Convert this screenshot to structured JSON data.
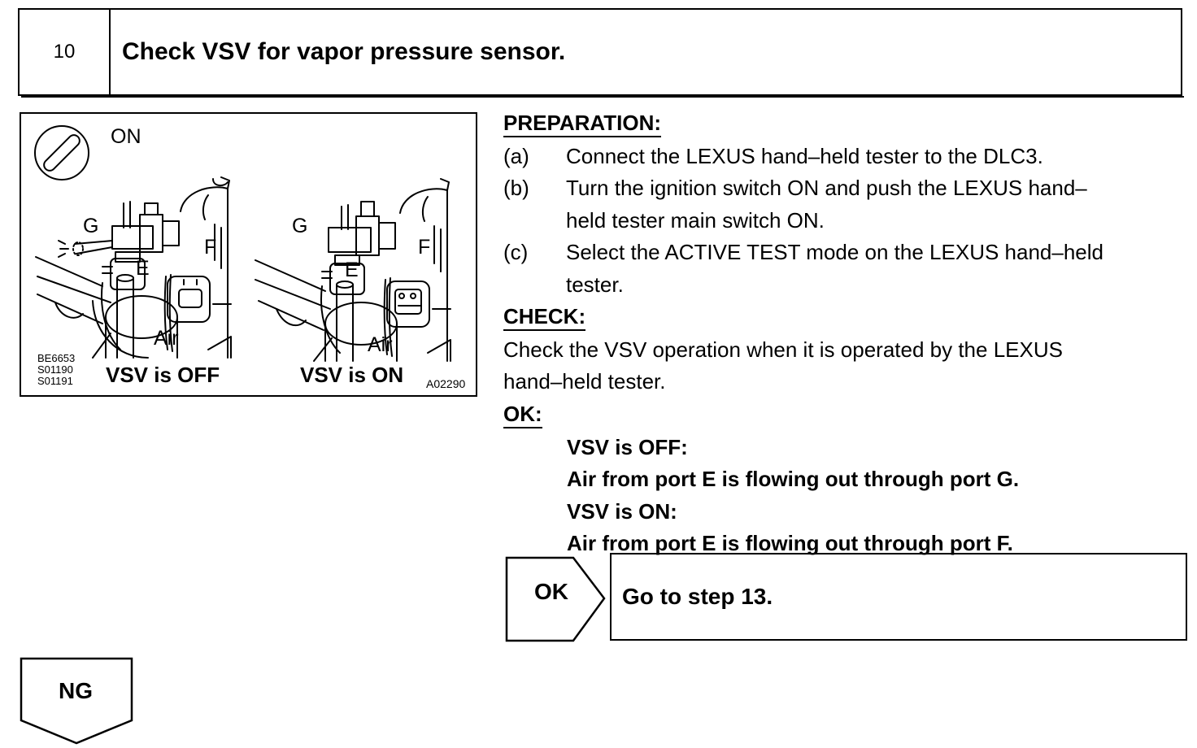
{
  "step": {
    "number": "10",
    "title": "Check VSV for vapor pressure sensor."
  },
  "illustration": {
    "ignition_label": "ON",
    "labels_left": {
      "g": "G",
      "e": "E",
      "f": "F",
      "air": "Air"
    },
    "labels_right": {
      "g": "G",
      "e": "E",
      "f": "F",
      "air": "Air"
    },
    "caption_off": "VSV is OFF",
    "caption_on": "VSV is ON",
    "codes": [
      "BE6653",
      "S01190",
      "S01191"
    ],
    "figure_code": "A02290",
    "icons": [
      "ignition-key-icon"
    ]
  },
  "preparation": {
    "heading": "PREPARATION:",
    "items": [
      {
        "tag": "(a)",
        "text": "Connect the LEXUS hand–held tester to the DLC3."
      },
      {
        "tag": "(b)",
        "line1": "Turn the ignition switch ON and push the LEXUS hand–",
        "line2": "held tester main switch ON."
      },
      {
        "tag": "(c)",
        "line1": "Select the ACTIVE TEST mode on the LEXUS hand–held",
        "line2": "tester."
      }
    ]
  },
  "check": {
    "heading": "CHECK:",
    "line1": "Check the VSV operation when it is operated by the LEXUS",
    "line2": "hand–held tester."
  },
  "ok_spec": {
    "heading": "OK:",
    "lines": [
      "VSV is OFF:",
      "Air from port E is flowing out through port G.",
      "VSV is ON:",
      "Air from port E is flowing out through port F."
    ]
  },
  "ok_branch": {
    "label": "OK",
    "action": "Go to step 13."
  },
  "ng_branch": {
    "label": "NG"
  }
}
